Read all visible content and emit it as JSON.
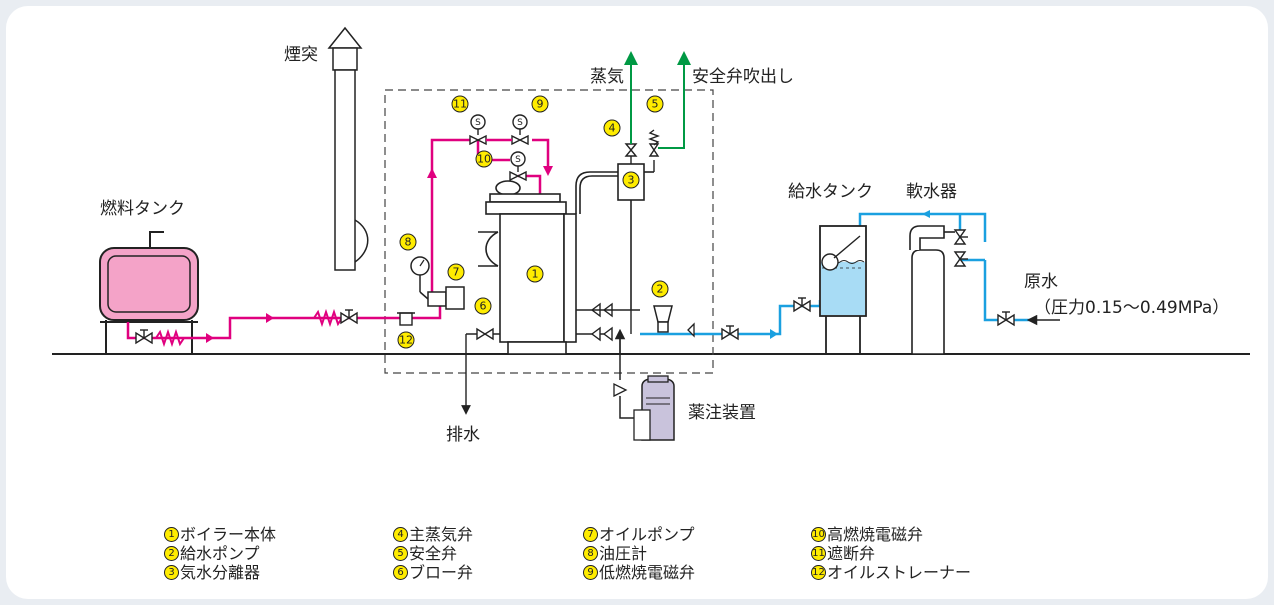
{
  "labels": {
    "chimney": "煙突",
    "fuel_tank": "燃料タンク",
    "steam": "蒸気",
    "safety_blow": "安全弁吹出し",
    "feed_tank": "給水タンク",
    "softener": "軟水器",
    "raw_water": "原水",
    "pressure": "（圧力0.15〜0.49MPa）",
    "drain": "排水",
    "chem_injector": "薬注装置"
  },
  "badges": [
    "1",
    "2",
    "3",
    "4",
    "5",
    "6",
    "7",
    "8",
    "9",
    "10",
    "11",
    "12"
  ],
  "legend": [
    {
      "num": "1",
      "text": "ボイラー本体"
    },
    {
      "num": "2",
      "text": "給水ポンプ"
    },
    {
      "num": "3",
      "text": "気水分離器"
    },
    {
      "num": "4",
      "text": "主蒸気弁"
    },
    {
      "num": "5",
      "text": "安全弁"
    },
    {
      "num": "6",
      "text": "ブロー弁"
    },
    {
      "num": "7",
      "text": "オイルポンプ"
    },
    {
      "num": "8",
      "text": "油圧計"
    },
    {
      "num": "9",
      "text": "低燃焼電磁弁"
    },
    {
      "num": "10",
      "text": "高燃焼電磁弁"
    },
    {
      "num": "11",
      "text": "遮断弁"
    },
    {
      "num": "12",
      "text": "オイルストレーナー"
    }
  ],
  "colors": {
    "fuel_line": "#e0007f",
    "water_line": "#1aa0e0",
    "steam_line": "#009944",
    "badge": "#ffec00",
    "tank_fill": "#f4a3c8",
    "water_fill": "#a8dcf5",
    "injector_fill": "#c9c3dc"
  }
}
